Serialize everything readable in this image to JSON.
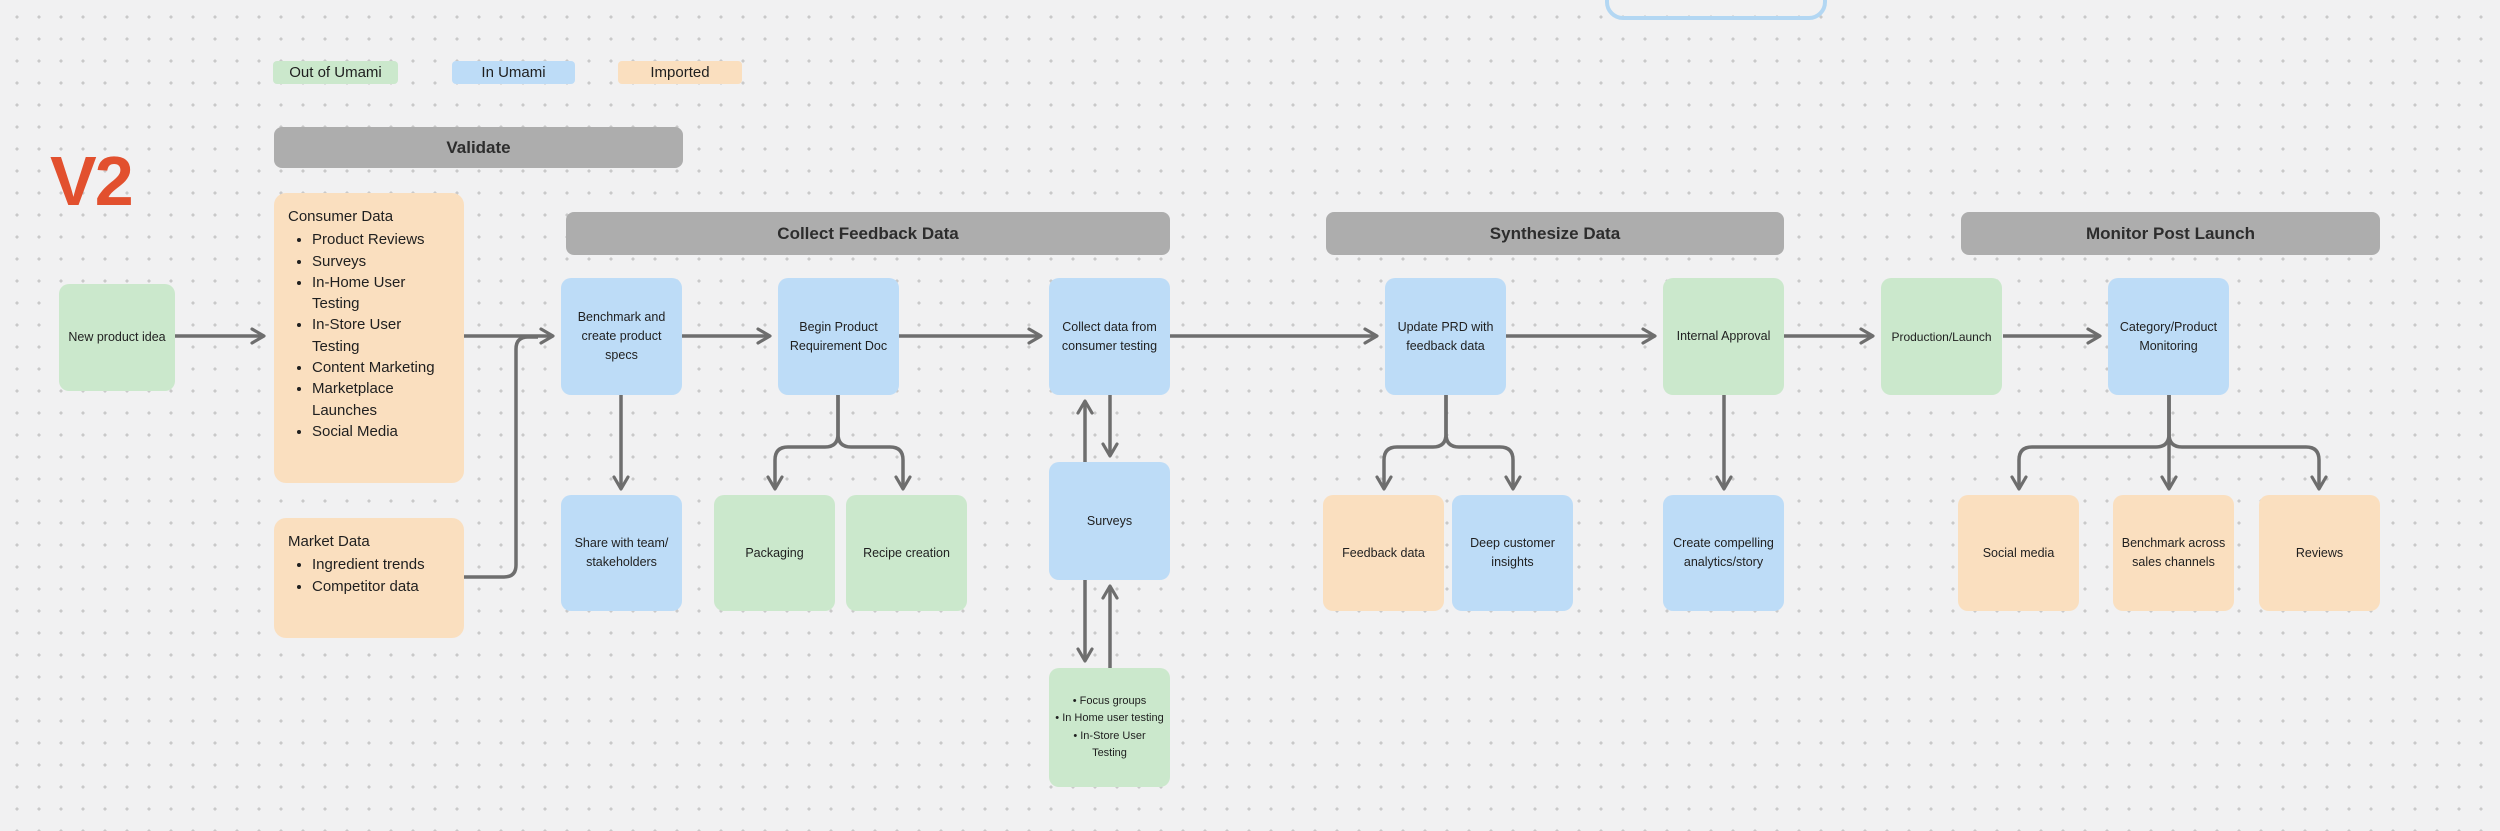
{
  "colors": {
    "canvas_bg": "#f1f1f2",
    "dot_gray": "#c9c9c9",
    "sticky_green": "#cbe8cc",
    "sticky_blue": "#bddcf7",
    "sticky_tan": "#fadfbf",
    "section_gray": "#adadad",
    "arrow_gray": "#6e6e6e",
    "accent_red": "#e2502e",
    "selection_blue": "#b3d7f3",
    "text_dark": "#1f1f1f"
  },
  "version_label": "V2",
  "legend": {
    "items": [
      {
        "label": "Out of Umami",
        "swatch": "green"
      },
      {
        "label": "In Umami",
        "swatch": "blue"
      },
      {
        "label": "Imported",
        "swatch": "tan"
      }
    ]
  },
  "section_headers": {
    "validate": "Validate",
    "collect_feedback": "Collect Feedback Data",
    "synthesize": "Synthesize Data",
    "monitor_post_launch": "Monitor Post Launch"
  },
  "notes": {
    "consumer_data": {
      "title": "Consumer Data",
      "bullets": [
        "Product Reviews",
        "Surveys",
        "In-Home User Testing",
        "In-Store User Testing",
        "Content Marketing",
        "Marketplace Launches",
        "Social Media"
      ]
    },
    "market_data": {
      "title": "Market Data",
      "bullets": [
        "Ingredient trends",
        "Competitor data"
      ]
    },
    "testing_methods": {
      "bullets": [
        "Focus groups",
        "In Home user testing",
        "In-Store User Testing"
      ]
    }
  },
  "nodes": {
    "new_product_idea": "New product idea",
    "benchmark_specs": "Benchmark and create product specs",
    "begin_prd": "Begin Product Requirement Doc",
    "collect_consumer_data": "Collect data from consumer testing",
    "share_team": "Share with team/stakeholders",
    "packaging": "Packaging",
    "recipe_creation": "Recipe creation",
    "surveys": "Surveys",
    "update_prd": "Update PRD with feedback data",
    "internal_approval": "Internal Approval",
    "feedback_data": "Feedback data",
    "deep_customer_insights": "Deep customer insights",
    "analytics_story": "Create compelling analytics/story",
    "production_launch": "Production/Launch",
    "category_monitoring": "Category/Product Monitoring",
    "social_media": "Social media",
    "benchmark_sales": "Benchmark across sales channels",
    "reviews": "Reviews"
  }
}
